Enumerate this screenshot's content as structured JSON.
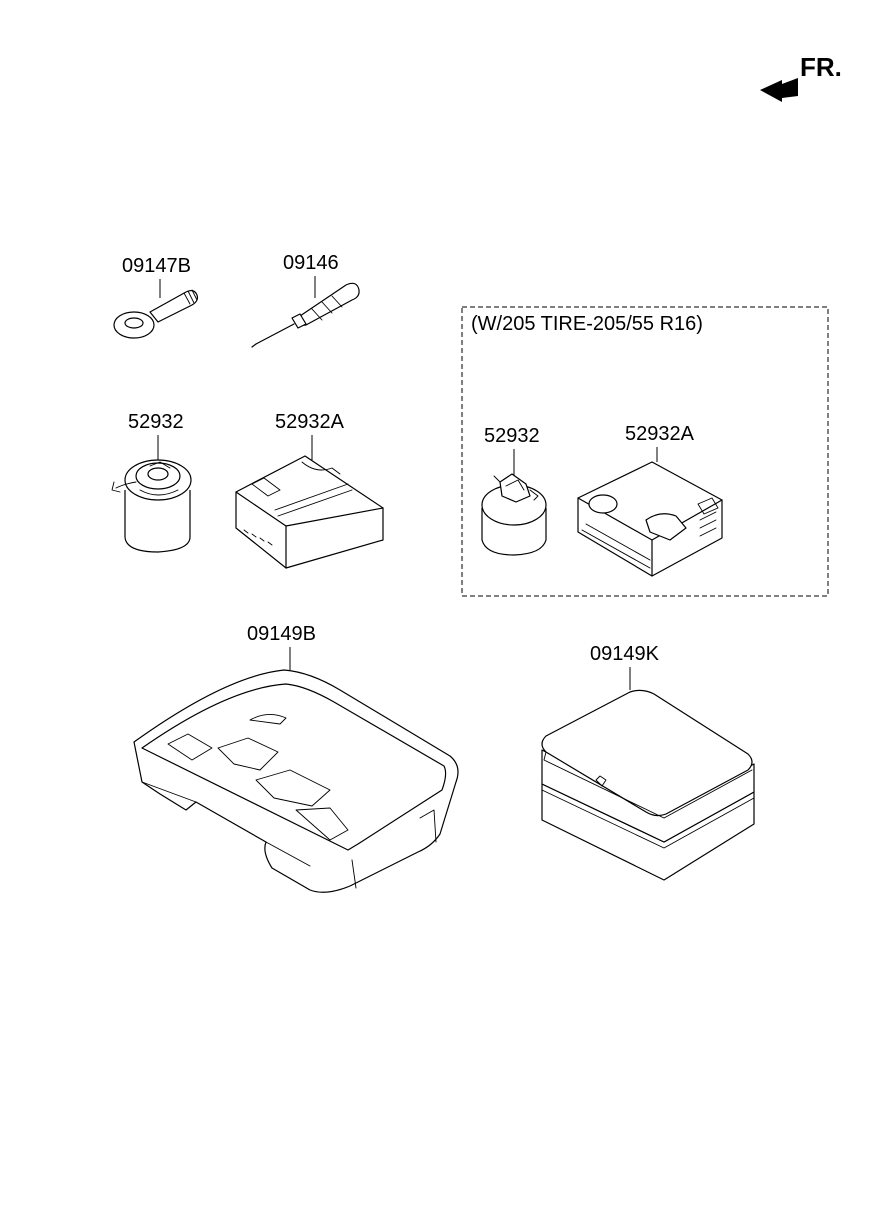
{
  "direction": {
    "label": "FR.",
    "icon": "front-direction-arrow-icon"
  },
  "option_box": {
    "label": "(W/205 TIRE-205/55 R16)"
  },
  "parts": {
    "towing_hook": "09147B",
    "screwdriver": "09146",
    "sealant_bottle": "52932",
    "compressor": "52932A",
    "sealant_bottle_option": "52932",
    "compressor_option": "52932A",
    "tool_tray": "09149B",
    "kit_case": "09149K"
  }
}
